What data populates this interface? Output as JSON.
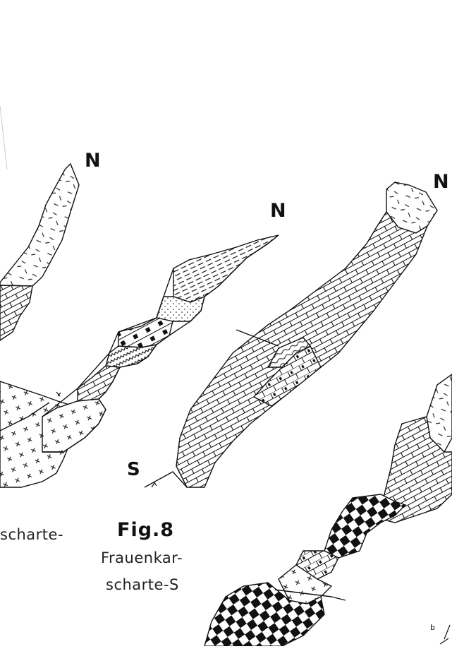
{
  "labels": {
    "north_left": "N",
    "north_middle": "N",
    "north_right": "N",
    "south_middle": "S",
    "caption_left_fragment": "scharte-",
    "figure_number": "Fig.8",
    "caption_line1": "Frauenkar-",
    "caption_line2": "scharte-S",
    "corner_letter": "b"
  },
  "colors": {
    "ink": "#111111",
    "paper": "#ffffff"
  }
}
